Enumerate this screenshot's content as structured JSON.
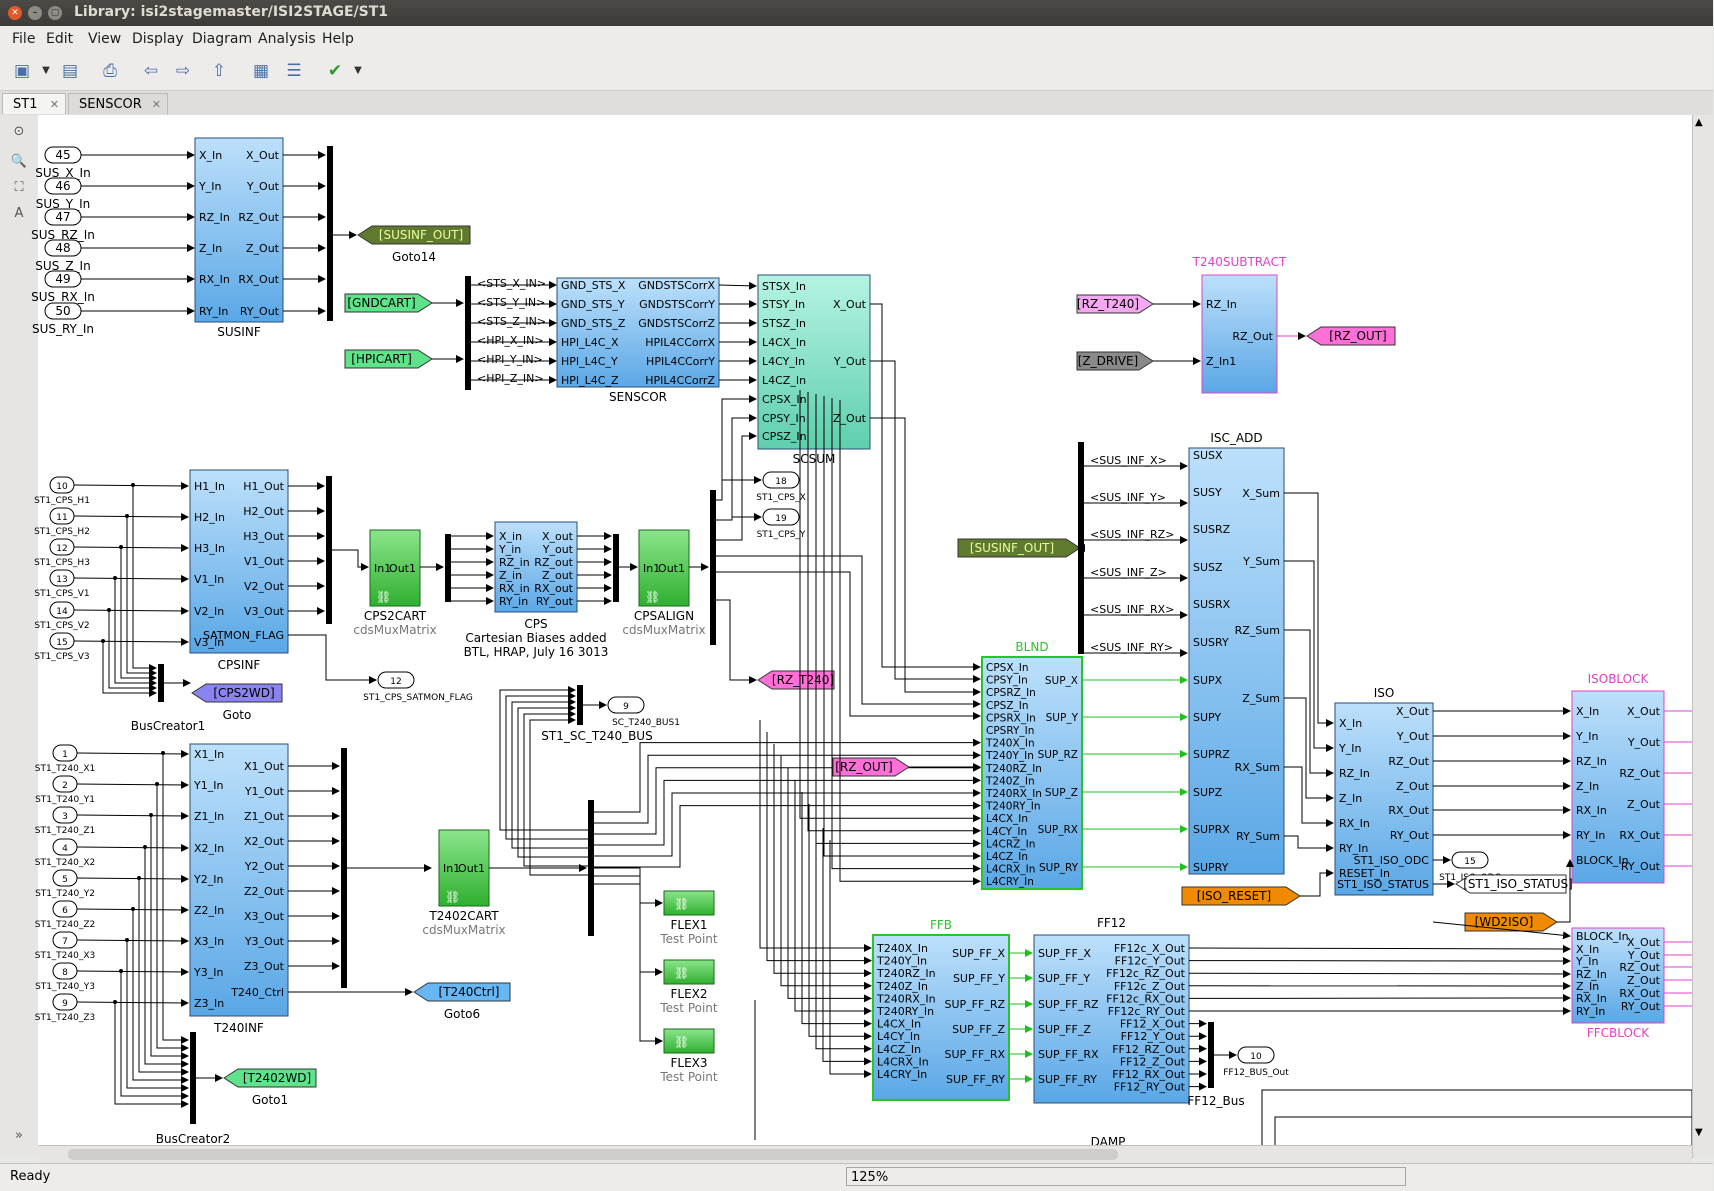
{
  "window": {
    "title": "Library: isi2stagemaster/ISI2STAGE/ST1"
  },
  "menu": [
    "File",
    "Edit",
    "View",
    "Display",
    "Diagram",
    "Analysis",
    "Help"
  ],
  "tabs": [
    {
      "label": "ST1",
      "active": true
    },
    {
      "label": "SENSCOR",
      "active": false
    }
  ],
  "status": {
    "text": "Ready",
    "zoom": "125%"
  },
  "colors": {
    "subsystem": "#7fb8e8",
    "green_block": "#49c94a",
    "teal_block": "#82e0c8",
    "goto_green": "#5ee28a",
    "goto_olive": "#5f7a2e",
    "goto_pink": "#ff6fd8",
    "goto_orange": "#f08a00",
    "goto_blue": "#66b7f4",
    "goto_purple": "#8a83f0",
    "goto_gray": "#8a8a8a",
    "goto_pink_light": "#f4a8f0",
    "magenta_label": "#e040c8",
    "green_label": "#2ac42a"
  },
  "blocks": [
    {
      "id": "susinf",
      "name": "SUSINF",
      "style": "subsystem",
      "in": [
        "X_In",
        "Y_In",
        "RZ_In",
        "Z_In",
        "RX_In",
        "RY_In"
      ],
      "out": [
        "X_Out",
        "Y_Out",
        "RZ_Out",
        "Z_Out",
        "RX_Out",
        "RY_Out"
      ]
    },
    {
      "id": "senscor",
      "name": "SENSCOR",
      "style": "subsystem",
      "in": [
        "GND_STS_X",
        "GND_STS_Y",
        "GND_STS_Z",
        "HPI_L4C_X",
        "HPI_L4C_Y",
        "HPI_L4C_Z"
      ],
      "out": [
        "GNDSTSCorrX",
        "GNDSTSCorrY",
        "GNDSTSCorrZ",
        "HPIL4CCorrX",
        "HPIL4CCorrY",
        "HPIL4CCorrZ"
      ]
    },
    {
      "id": "scsum",
      "name": "SCSUM",
      "style": "teal",
      "in": [
        "STSX_In",
        "STSY_In",
        "STSZ_In",
        "L4CX_In",
        "L4CY_In",
        "L4CZ_In",
        "CPSX_In",
        "CPSY_In",
        "CPSZ_In"
      ],
      "out": [
        "X_Out",
        "Y_Out",
        "Z_Out"
      ]
    },
    {
      "id": "t240subtract",
      "name": "T240SUBTRACT",
      "style": "subsystem",
      "in": [
        "RZ_In",
        "Z_In1"
      ],
      "out": [
        "RZ_Out"
      ]
    },
    {
      "id": "cpsinf",
      "name": "CPSINF",
      "style": "subsystem",
      "in": [
        "H1_In",
        "H2_In",
        "H3_In",
        "V1_In",
        "V2_In",
        "V3_In"
      ],
      "out": [
        "H1_Out",
        "H2_Out",
        "H3_Out",
        "V1_Out",
        "V2_Out",
        "V3_Out",
        "SATMON_FLAG"
      ]
    },
    {
      "id": "cps2cart",
      "name": "CPS2CART",
      "sub": "cdsMuxMatrix",
      "style": "green",
      "in": [
        "In1"
      ],
      "out": [
        "Out1"
      ]
    },
    {
      "id": "cps",
      "name": "CPS",
      "sub": "Cartesian Biases added",
      "sub2": "BTL,  HRAP, July 16 3013",
      "style": "subsystem",
      "in": [
        "X_in",
        "Y_in",
        "RZ_in",
        "Z_in",
        "RX_in",
        "RY_in"
      ],
      "out": [
        "X_out",
        "Y_out",
        "RZ_out",
        "Z_out",
        "RX_out",
        "RY_out"
      ]
    },
    {
      "id": "cpsalign",
      "name": "CPSALIGN",
      "sub": "cdsMuxMatrix",
      "style": "green",
      "in": [
        "In1"
      ],
      "out": [
        "Out1"
      ]
    },
    {
      "id": "isc_add",
      "name": "ISC_ADD",
      "style": "subsystem",
      "in": [
        "SUSX",
        "SUSY",
        "SUSRZ",
        "SUSZ",
        "SUSRX",
        "SUSRY",
        "SUPX",
        "SUPY",
        "SUPRZ",
        "SUPZ",
        "SUPRX",
        "SUPRY"
      ],
      "out": [
        "X_Sum",
        "Y_Sum",
        "RZ_Sum",
        "Z_Sum",
        "RX_Sum",
        "RY_Sum"
      ]
    },
    {
      "id": "blnd",
      "name": "BLND",
      "style": "subsystem",
      "in": [
        "CPSX_In",
        "CPSY_In",
        "CPSRZ_In",
        "CPSZ_In",
        "CPSRX_In",
        "CPSRY_In",
        "T240X_In",
        "T240Y_In",
        "T240RZ_In",
        "T240Z_In",
        "T240RX_In",
        "T240RY_In",
        "L4CX_In",
        "L4CY_In",
        "L4CRZ_In",
        "L4CZ_In",
        "L4CRX_In",
        "L4CRY_In"
      ],
      "out": [
        "SUP_X",
        "SUP_Y",
        "SUP_RZ",
        "SUP_Z",
        "SUP_RX",
        "SUP_RY"
      ]
    },
    {
      "id": "iso",
      "name": "ISO",
      "style": "subsystem",
      "in": [
        "X_In",
        "Y_In",
        "RZ_In",
        "Z_In",
        "RX_In",
        "RY_In",
        "RESET_In"
      ],
      "out": [
        "X_Out",
        "Y_Out",
        "RZ_Out",
        "Z_Out",
        "RX_Out",
        "RY_Out",
        "ST1_ISO_ODC",
        "ST1_ISO_STATUS"
      ]
    },
    {
      "id": "isoblock",
      "name": "ISOBLOCK",
      "style": "subsystem",
      "in": [
        "X_In",
        "Y_In",
        "RZ_In",
        "Z_In",
        "RX_In",
        "RY_In",
        "BLOCK_In"
      ],
      "out": [
        "X_Out",
        "Y_Out",
        "RZ_Out",
        "Z_Out",
        "RX_Out",
        "RY_Out"
      ]
    },
    {
      "id": "t240inf",
      "name": "T240INF",
      "style": "subsystem",
      "in": [
        "X1_In",
        "Y1_In",
        "Z1_In",
        "X2_In",
        "Y2_In",
        "Z2_In",
        "X3_In",
        "Y3_In",
        "Z3_In"
      ],
      "out": [
        "X1_Out",
        "Y1_Out",
        "Z1_Out",
        "X2_Out",
        "Y2_Out",
        "Z2_Out",
        "X3_Out",
        "Y3_Out",
        "Z3_Out",
        "T240_Ctrl"
      ]
    },
    {
      "id": "t2402cart",
      "name": "T2402CART",
      "sub": "cdsMuxMatrix",
      "style": "green",
      "in": [
        "In1"
      ],
      "out": [
        "Out1"
      ]
    },
    {
      "id": "ffb",
      "name": "FFB",
      "style": "subsystem",
      "in": [
        "T240X_In",
        "T240Y_In",
        "T240RZ_In",
        "T240Z_In",
        "T240RX_In",
        "T240RY_In",
        "L4CX_In",
        "L4CY_In",
        "L4CZ_In",
        "L4CRX_In",
        "L4CRY_In"
      ],
      "out": [
        "SUP_FF_X",
        "SUP_FF_Y",
        "SUP_FF_RZ",
        "SUP_FF_Z",
        "SUP_FF_RX",
        "SUP_FF_RY"
      ]
    },
    {
      "id": "ff12",
      "name": "FF12",
      "style": "subsystem",
      "in": [
        "SUP_FF_X",
        "SUP_FF_Y",
        "SUP_FF_RZ",
        "SUP_FF_Z",
        "SUP_FF_RX",
        "SUP_FF_RY"
      ],
      "out": [
        "FF12c_X_Out",
        "FF12c_Y_Out",
        "FF12c_RZ_Out",
        "FF12c_Z_Out",
        "FF12c_RX_Out",
        "FF12c_RY_Out",
        "FF12_X_Out",
        "FF12_Y_Out",
        "FF12_RZ_Out",
        "FF12_Z_Out",
        "FF12_RX_Out",
        "FF12_RY_Out"
      ]
    },
    {
      "id": "ffcblock",
      "name": "FFCBLOCK",
      "style": "subsystem",
      "in": [
        "BLOCK_In",
        "X_In",
        "Y_In",
        "RZ_In",
        "Z_In",
        "RX_In",
        "RY_In"
      ],
      "out": [
        "X_Out",
        "Y_Out",
        "RZ_Out",
        "Z_Out",
        "RX_Out",
        "RY_Out"
      ]
    }
  ],
  "inports": [
    {
      "num": "45",
      "label": "SUS_X_In"
    },
    {
      "num": "46",
      "label": "SUS_Y_In"
    },
    {
      "num": "47",
      "label": "SUS_RZ_In"
    },
    {
      "num": "48",
      "label": "SUS_Z_In"
    },
    {
      "num": "49",
      "label": "SUS_RX_In"
    },
    {
      "num": "50",
      "label": "SUS_RY_In"
    },
    {
      "num": "10",
      "label": "ST1_CPS_H1"
    },
    {
      "num": "11",
      "label": "ST1_CPS_H2"
    },
    {
      "num": "12",
      "label": "ST1_CPS_H3"
    },
    {
      "num": "13",
      "label": "ST1_CPS_V1"
    },
    {
      "num": "14",
      "label": "ST1_CPS_V2"
    },
    {
      "num": "15",
      "label": "ST1_CPS_V3"
    },
    {
      "num": "1",
      "label": "ST1_T240_X1"
    },
    {
      "num": "2",
      "label": "ST1_T240_Y1"
    },
    {
      "num": "3",
      "label": "ST1_T240_Z1"
    },
    {
      "num": "4",
      "label": "ST1_T240_X2"
    },
    {
      "num": "5",
      "label": "ST1_T240_Y2"
    },
    {
      "num": "6",
      "label": "ST1_T240_Z2"
    },
    {
      "num": "7",
      "label": "ST1_T240_X3"
    },
    {
      "num": "8",
      "label": "ST1_T240_Y3"
    },
    {
      "num": "9",
      "label": "ST1_T240_Z3"
    }
  ],
  "outports": [
    {
      "num": "18",
      "label": "ST1_CPS_X"
    },
    {
      "num": "19",
      "label": "ST1_CPS_Y"
    },
    {
      "num": "12",
      "label": "ST1_CPS_SATMON_FLAG"
    },
    {
      "num": "9",
      "label": "SC_T240_BUS1"
    },
    {
      "num": "15",
      "label": "ST1_ISO_ODC"
    },
    {
      "num": "10",
      "label": "FF12_BUS_Out"
    }
  ],
  "gotos": [
    {
      "tag": "[SUSINF_OUT]",
      "name": "Goto14",
      "role": "goto"
    },
    {
      "tag": "[GNDCART]",
      "name": "",
      "role": "from"
    },
    {
      "tag": "[HPICART]",
      "name": "",
      "role": "from"
    },
    {
      "tag": "[RZ_T240]",
      "name": "",
      "role": "from"
    },
    {
      "tag": "[RZ_OUT]",
      "name": "",
      "role": "goto"
    },
    {
      "tag": "[Z_DRIVE]",
      "name": "",
      "role": "from"
    },
    {
      "tag": "[SUSINF_OUT]",
      "name": "",
      "role": "from"
    },
    {
      "tag": "[CPS2WD]",
      "name": "Goto",
      "role": "goto"
    },
    {
      "tag": "[RZ_T240]",
      "name": "",
      "role": "goto"
    },
    {
      "tag": "[RZ_OUT]",
      "name": "",
      "role": "from"
    },
    {
      "tag": "[ISO_RESET]",
      "name": "",
      "role": "from"
    },
    {
      "tag": "[ST1_ISO_STATUS]",
      "name": "",
      "role": "goto"
    },
    {
      "tag": "[WD2ISO]",
      "name": "",
      "role": "from"
    },
    {
      "tag": "[T240Ctrl]",
      "name": "Goto6",
      "role": "goto"
    },
    {
      "tag": "[T2402WD]",
      "name": "Goto1",
      "role": "goto"
    }
  ],
  "bus_selector_labels": {
    "senscor": [
      "<STS_X_IN>",
      "<STS_Y_IN>",
      "<STS_Z_IN>",
      "<HPI_X_IN>",
      "<HPI_Y_IN>",
      "<HPI_Z_IN>"
    ],
    "isc": [
      "<SUS_INF_X>",
      "<SUS_INF_Y>",
      "<SUS_INF_RZ>",
      "<SUS_INF_Z>",
      "<SUS_INF_RX>",
      "<SUS_INF_RY>"
    ]
  },
  "buses": [
    "BusCreator1",
    "ST1_SC_T240_BUS",
    "BusCreator2",
    "FF12_Bus"
  ],
  "testpoints": [
    {
      "name": "FLEX1",
      "sub": "Test Point"
    },
    {
      "name": "FLEX2",
      "sub": "Test Point"
    },
    {
      "name": "FLEX3",
      "sub": "Test Point"
    }
  ],
  "other_labels": {
    "damp": "DAMP"
  }
}
